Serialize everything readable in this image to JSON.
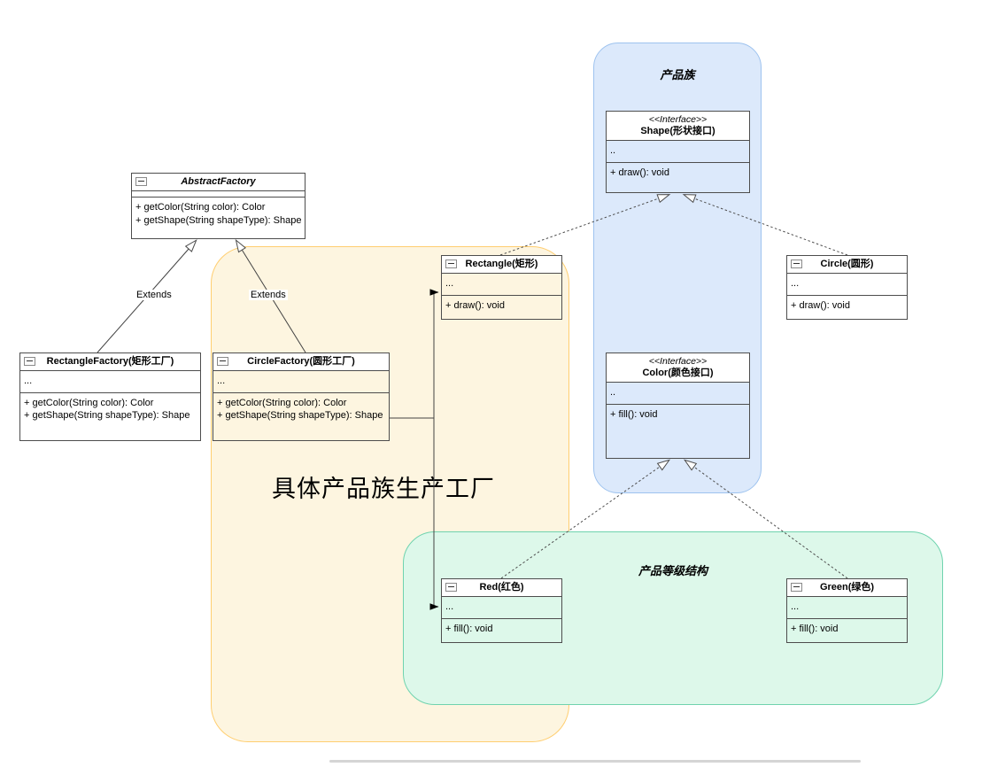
{
  "diagram": {
    "regions": {
      "product_family": {
        "label": "产品族",
        "fill": "#dce9fb",
        "border": "#9ec3ef"
      },
      "concrete_factories": {
        "label": "具体产品族生产工厂",
        "fill": "#fdf5e0",
        "border": "#ffce70"
      },
      "product_hierarchy": {
        "label": "产品等级结构",
        "fill": "#ddf8ea",
        "border": "#6fd3ae"
      }
    },
    "edge_labels": {
      "extends_left": "Extends",
      "extends_right": "Extends"
    },
    "classes": {
      "abstract_factory": {
        "name": "AbstractFactory",
        "methods": [
          "+ getColor(String color): Color",
          "+ getShape(String shapeType): Shape"
        ]
      },
      "rectangle_factory": {
        "name": "RectangleFactory(矩形工厂)",
        "fields": "...",
        "methods": [
          "+ getColor(String color): Color",
          "+ getShape(String shapeType): Shape"
        ]
      },
      "circle_factory": {
        "name": "CircleFactory(圆形工厂)",
        "fields": "...",
        "methods": [
          "+ getColor(String color): Color",
          "+ getShape(String shapeType): Shape"
        ]
      },
      "shape_interface": {
        "stereotype": "<<Interface>>",
        "name": "Shape(形状接口)",
        "fields": "..",
        "methods": [
          "+ draw(): void"
        ]
      },
      "color_interface": {
        "stereotype": "<<Interface>>",
        "name": "Color(颜色接口)",
        "fields": "..",
        "methods": [
          "+ fill(): void"
        ]
      },
      "rectangle": {
        "name": "Rectangle(矩形)",
        "fields": "...",
        "methods": [
          "+ draw(): void"
        ]
      },
      "circle": {
        "name": "Circle(圆形)",
        "fields": "...",
        "methods": [
          "+ draw(): void"
        ]
      },
      "red": {
        "name": "Red(红色)",
        "fields": "...",
        "methods": [
          "+ fill(): void"
        ]
      },
      "green": {
        "name": "Green(绿色)",
        "fields": "...",
        "methods": [
          "+ fill(): void"
        ]
      }
    }
  }
}
